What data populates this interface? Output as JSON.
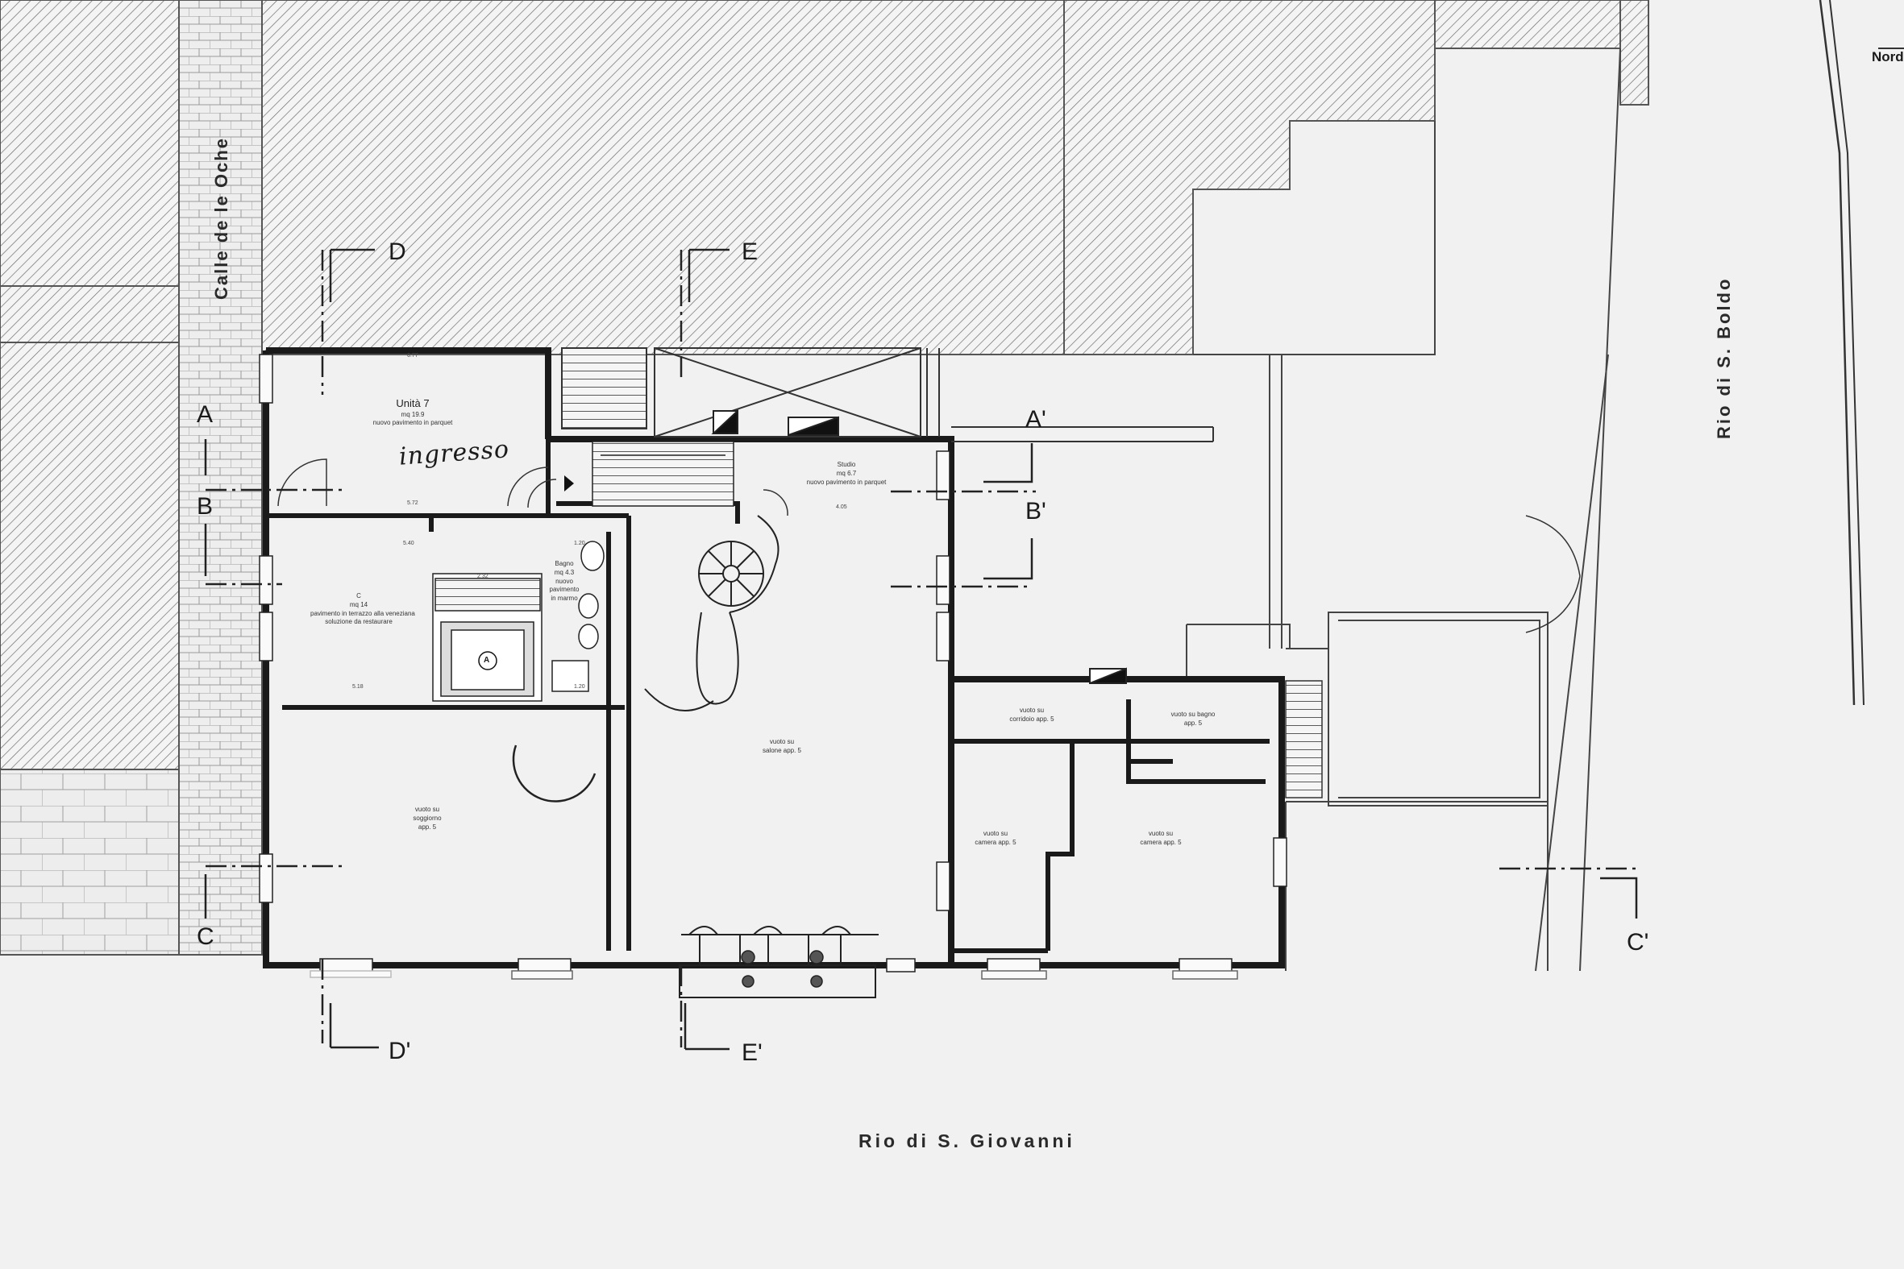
{
  "street_labels": {
    "calle": "Calle de le Oche",
    "rio_boldo": "Rio di S. Boldo",
    "rio_giovanni": "Rio di S. Giovanni"
  },
  "compass": "Nord",
  "section_marks": {
    "a": "A",
    "a2": "A'",
    "b": "B",
    "b2": "B'",
    "c": "C",
    "c2": "C'",
    "d": "D",
    "d2": "D'",
    "e": "E",
    "e2": "E'"
  },
  "handwritten": "ingresso",
  "marker": "A",
  "rooms": {
    "unita": {
      "title": "Unità 7",
      "area": "mq 19.9",
      "note": "nuovo pavimento in parquet"
    },
    "studio": {
      "title": "Studio",
      "area": "mq 6.7",
      "note": "nuovo pavimento in parquet"
    },
    "bagno": {
      "title": "Bagno",
      "area": "mq 4.3",
      "note": "nuovo pavimento in marmo"
    },
    "c": {
      "title": "C",
      "area": "mq 14",
      "note1": "pavimento in terrazzo alla veneziana",
      "note2": "soluzione da restaurare"
    },
    "soggiorno": {
      "l1": "vuoto su",
      "l2": "soggiorno",
      "l3": "app. 5"
    },
    "salone": {
      "l1": "vuoto su",
      "l2": "salone app. 5"
    },
    "corridoio": {
      "l1": "vuoto su",
      "l2": "corridoio app. 5"
    },
    "vbagno": {
      "l1": "vuoto su bagno",
      "l2": "app. 5"
    },
    "camera1": {
      "l1": "vuoto su",
      "l2": "camera app. 5"
    },
    "camera2": {
      "l1": "vuoto su",
      "l2": "camera app. 5"
    }
  },
  "dims": {
    "d1": "6.77",
    "d2": "5.72",
    "d3": "5.40",
    "d4": "5.18",
    "d5": "4.05",
    "d6": "1.20",
    "d7": "1.20",
    "d8": "2.32"
  }
}
